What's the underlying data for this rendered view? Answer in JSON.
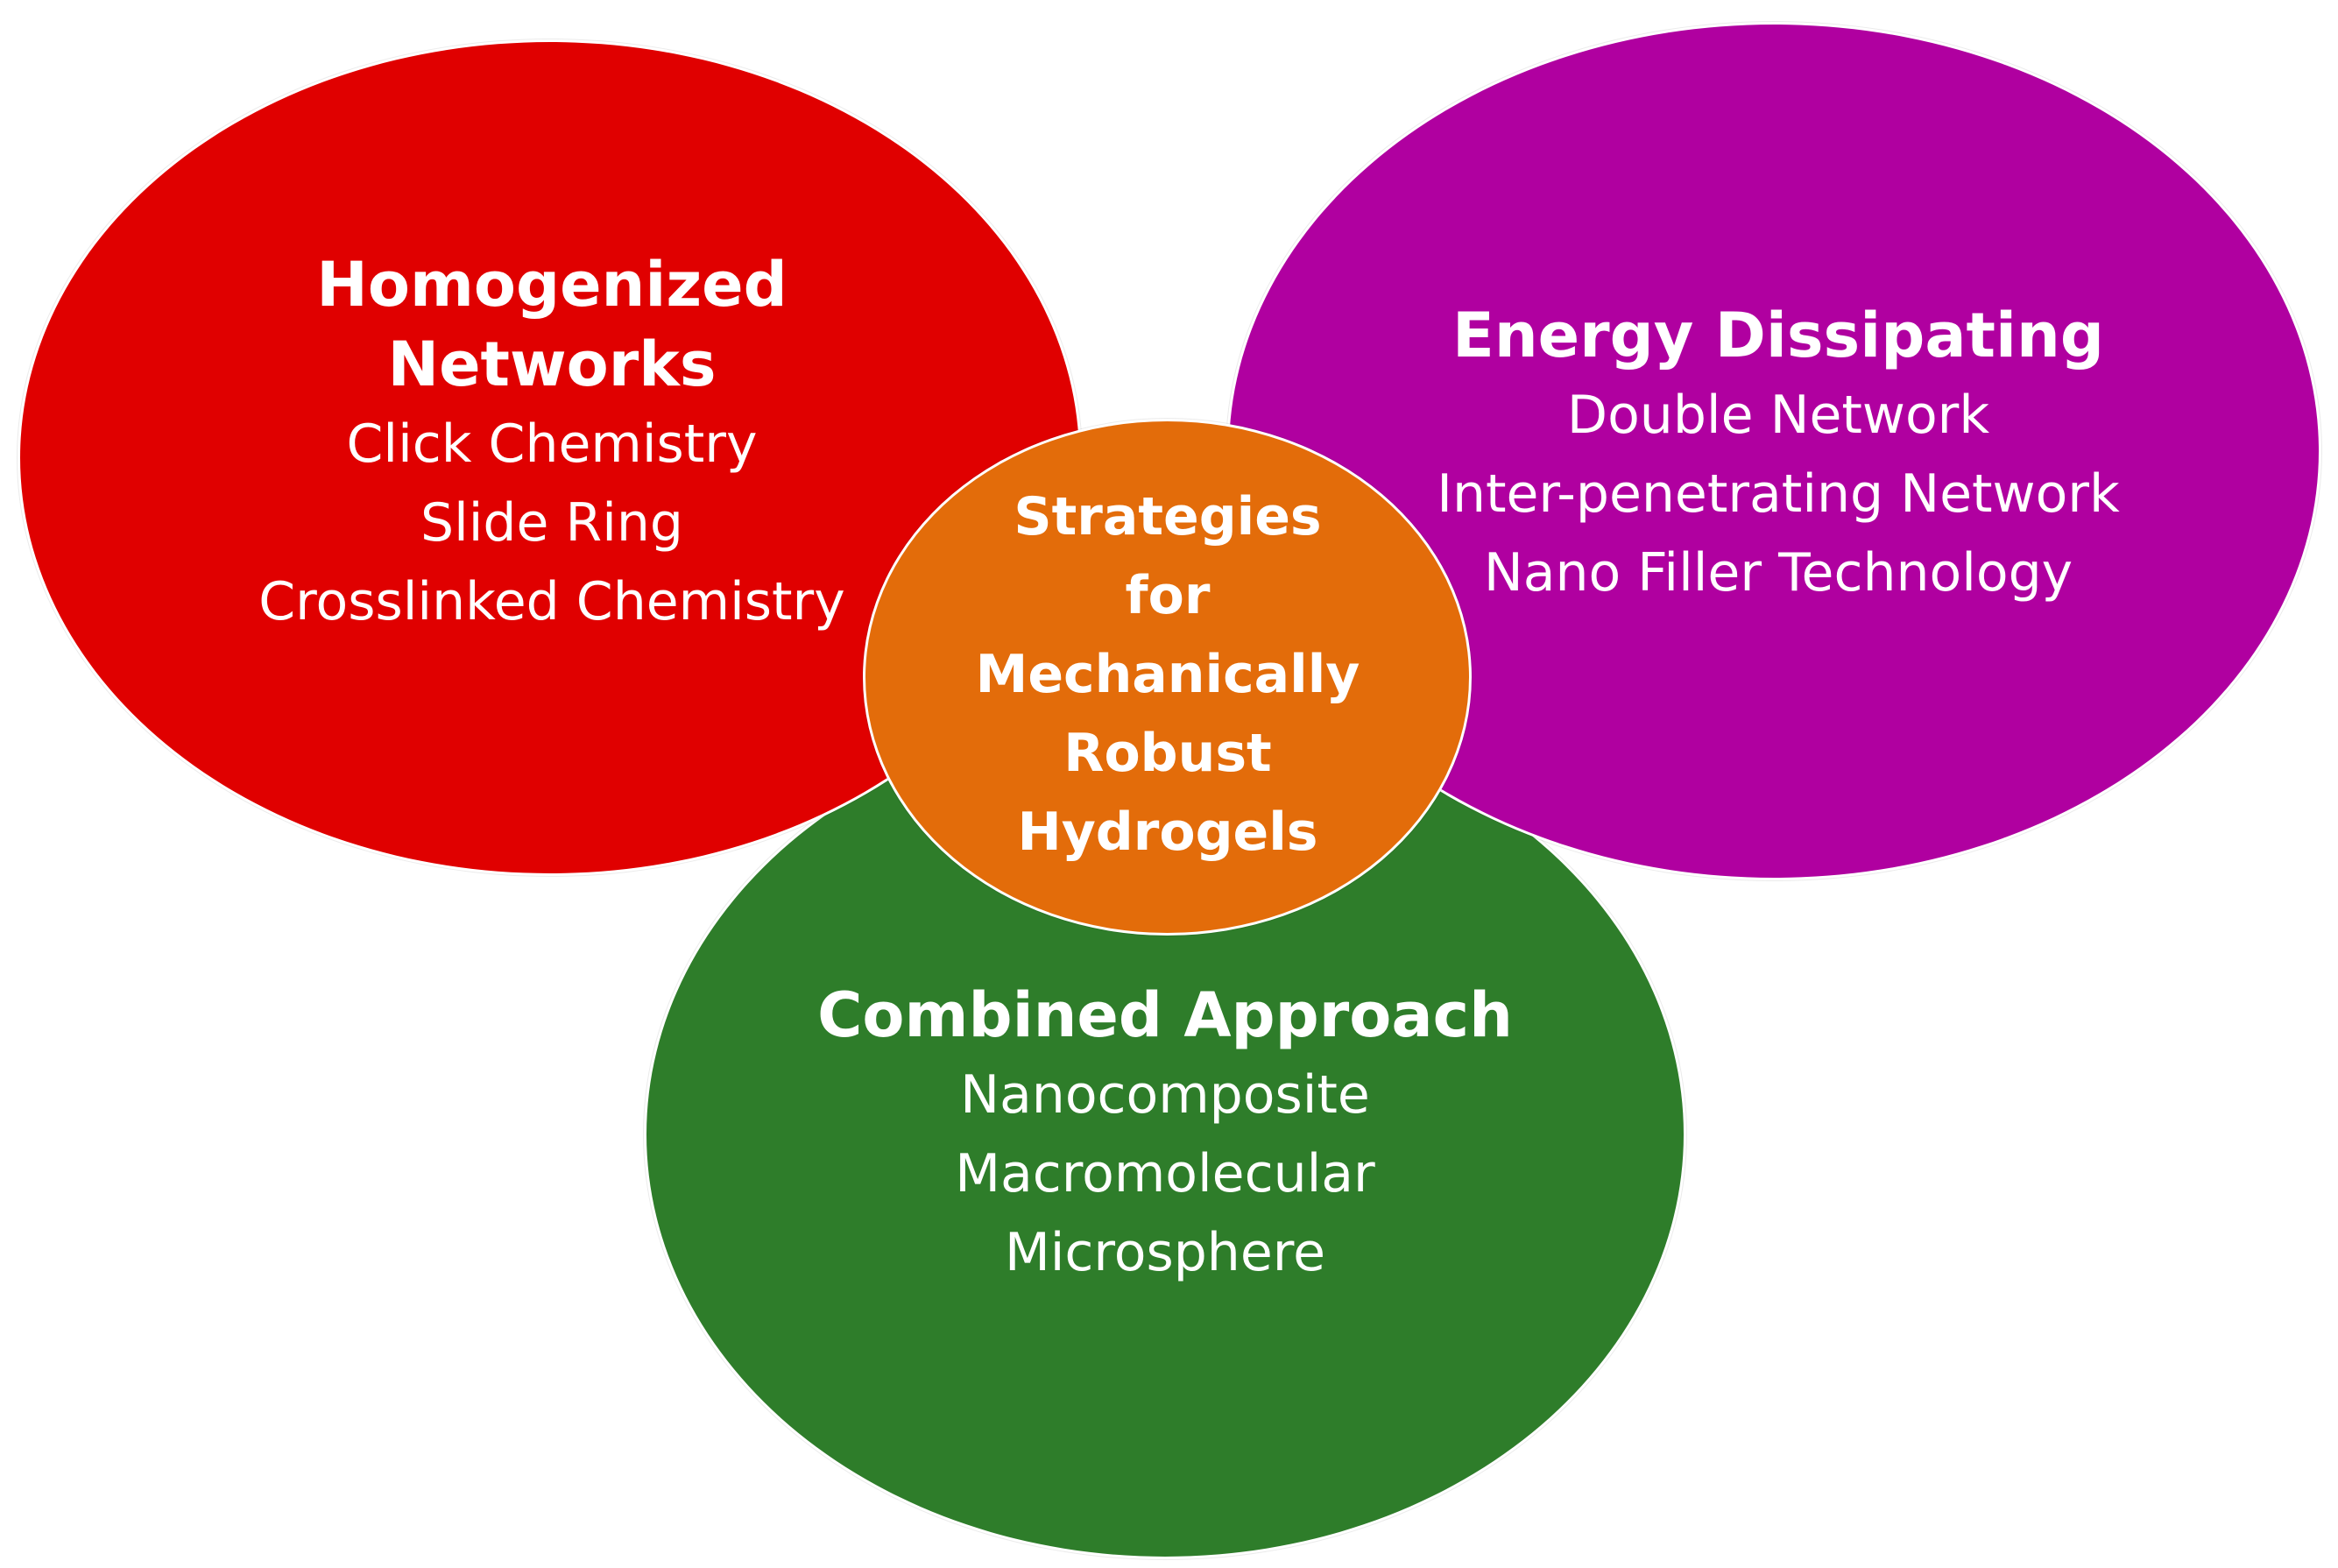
{
  "diagram": {
    "center": {
      "lines": [
        "Strategies",
        "for",
        "Mechanically",
        "Robust",
        "Hydrogels"
      ],
      "color": "#E36C0A"
    },
    "homogenized": {
      "title_lines": [
        "Homogenized",
        "Networks"
      ],
      "items": [
        "Click Chemistry",
        "Slide Ring",
        "Crosslinked  Chemistry"
      ],
      "color": "#E00000"
    },
    "energy": {
      "title": "Energy Dissipating",
      "items": [
        "Double Network",
        "Inter-penetrating  Network",
        "Nano Filler Technology"
      ],
      "color": "#B000A0"
    },
    "combined": {
      "title": "Combined Approach",
      "items": [
        "Nanocomposite",
        "Macromolecular",
        "Microsphere"
      ],
      "color": "#2E7D2A"
    }
  }
}
